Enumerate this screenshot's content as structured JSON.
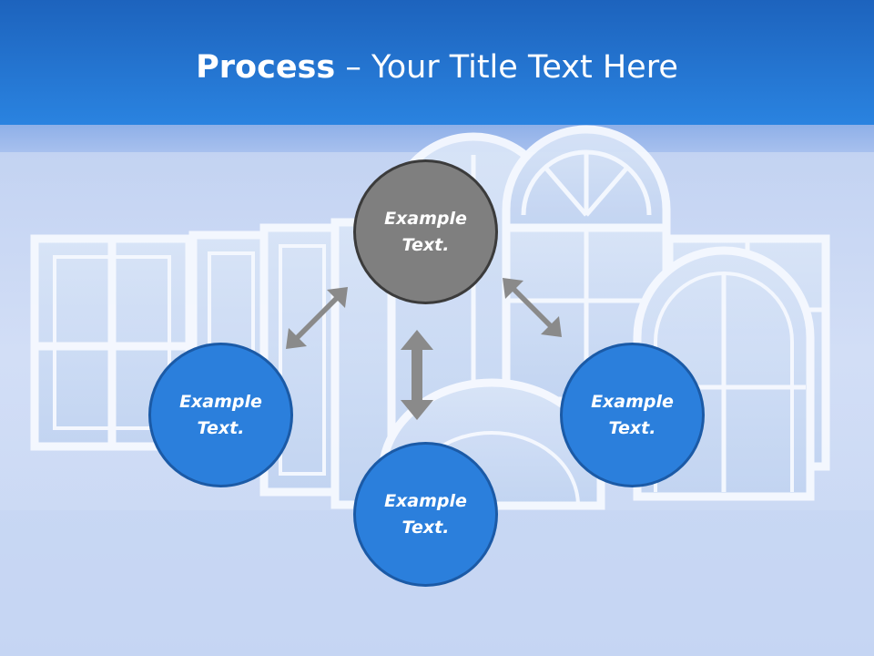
{
  "header": {
    "title_bold": "Process",
    "title_rest": " – Your Title Text Here"
  },
  "diagram": {
    "nodes": {
      "top": {
        "label": "Example\nText."
      },
      "left": {
        "label": "Example\nText."
      },
      "bottom": {
        "label": "Example\nText."
      },
      "right": {
        "label": "Example\nText."
      }
    },
    "colors": {
      "header": "#2a83e0",
      "center_fill": "#7f7f7f",
      "node_fill": "#2b7fdc",
      "node_border": "#1b5aa6",
      "arrow": "#8a8a8a"
    }
  }
}
